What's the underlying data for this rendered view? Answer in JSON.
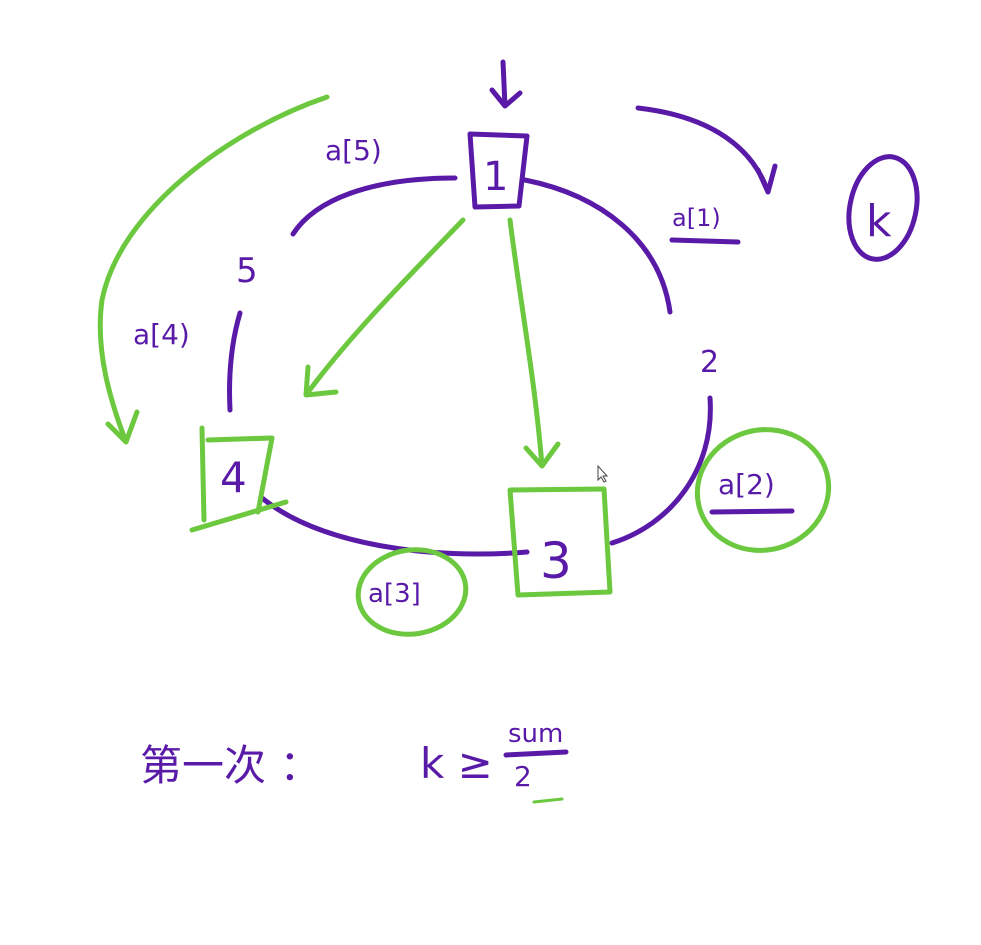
{
  "colors": {
    "purple_ink": "#5a1aa8",
    "green_ink": "#6cc83e",
    "background": "#ffffff"
  },
  "nodes": [
    {
      "id": "node-1",
      "label": "1"
    },
    {
      "id": "node-3",
      "label": "3"
    },
    {
      "id": "node-4",
      "label": "4"
    }
  ],
  "edge_labels": {
    "a5": "a[5)",
    "a1": "a[1)",
    "a4": "a[4)",
    "a2": "a[2)",
    "a3": "a[3]"
  },
  "position_labels": {
    "p5": "5",
    "p2": "2"
  },
  "k_label": "k",
  "formula": {
    "prefix": "第一次 ：",
    "lhs": "k ≥",
    "numerator": "sum",
    "denominator": "2"
  }
}
